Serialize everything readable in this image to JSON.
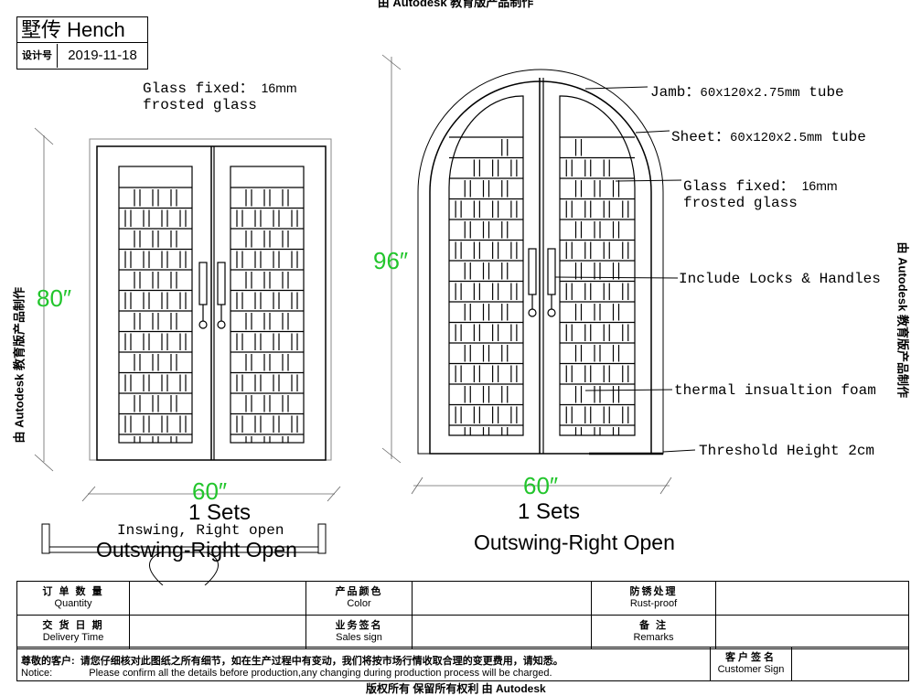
{
  "watermark": {
    "top": "由 Autodesk 教育版产品制作",
    "left": "由 Autodesk 教育版产品制作",
    "right": "由 Autodesk 教育版产品制作",
    "bottom": "版权所有 保留所有权利 由 Autodesk"
  },
  "brand": {
    "name": "墅传 Hench",
    "design_label": "设计号",
    "date": "2019-11-18"
  },
  "left_door": {
    "glass_line1": "Glass fixed：",
    "glass_thickness": "16mm",
    "glass_line2": "frosted glass",
    "height_dim": "80″",
    "width_dim": "60″",
    "sets": "1 Sets",
    "swing_small": "Inswing, Right open",
    "swing_big": "Outswing-Right Open",
    "swing_overlap": "Inswing"
  },
  "right_door": {
    "jamb_label": "Jamb：",
    "jamb_spec": "60x120x2.75mm",
    "jamb_suffix": "tube",
    "sheet_label": "Sheet：",
    "sheet_spec": "60x120x2.5mm",
    "sheet_suffix": "tube",
    "glass_line1": "Glass fixed：",
    "glass_thickness": "16mm",
    "glass_line2": "frosted glass",
    "locks": "Include Locks & Handles",
    "foam": "thermal insualtion foam",
    "threshold": "Threshold Height 2cm",
    "height_dim": "96″",
    "width_dim": "60″",
    "sets": "1 Sets",
    "swing": "Outswing-Right Open"
  },
  "info_table": {
    "quantity_cn": "订 单 数 量",
    "quantity_en": "Quantity",
    "color_cn": "产品颜色",
    "color_en": "Color",
    "rust_cn": "防锈处理",
    "rust_en": "Rust-proof",
    "delivery_cn": "交 货 日 期",
    "delivery_en": "Delivery Time",
    "sales_cn": "业务签名",
    "sales_en": "Sales sign",
    "remarks_cn": "备 注",
    "remarks_en": "Remarks"
  },
  "notice": {
    "cn_label": "尊敬的客户:",
    "cn_text": "请您仔细核对此图纸之所有细节，如在生产过程中有变动，我们将按市场行情收取合理的变更费用，请知悉。",
    "en_label": "Notice:",
    "en_text": "Please confirm all the details before production,any changing during production process will be charged.",
    "customer_cn": "客户签名",
    "customer_en": "Customer Sign"
  },
  "colors": {
    "dimension": "#22c52c",
    "line": "#000000"
  }
}
